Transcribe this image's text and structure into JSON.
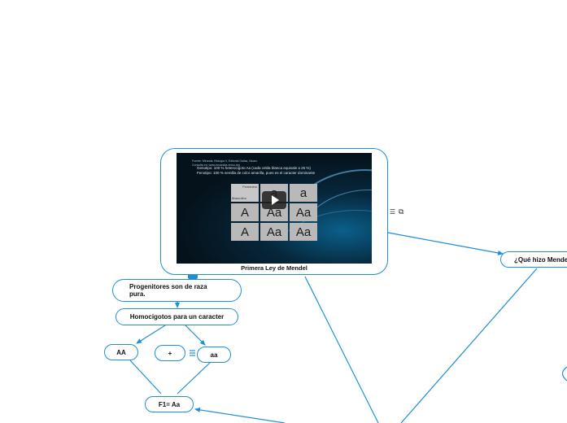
{
  "video": {
    "caption": "Primera Ley de Mendel",
    "credit": "Fuente: Miranda, Biologia II, Editorial Gallas, Nicaro\nConsulta en: www.ecoandia.verso.org",
    "genotype_line": "Genotipo: 100 % heterocigoto Aa (cada celda blanca equivale a 25 %)",
    "phenotype_line": "Fenotipo: 100 % semilla de color amarilla, pues es el caracter dominante",
    "punnett": {
      "female_label": "Femenino",
      "male_label": "Masculino",
      "header": [
        "a",
        "a"
      ],
      "rows": [
        {
          "head": "A",
          "cells": [
            "Aa",
            "Aa"
          ]
        },
        {
          "head": "A",
          "cells": [
            "Aa",
            "Aa"
          ]
        }
      ]
    }
  },
  "nodes": {
    "progenitores": "Progenitores son de raza pura.",
    "homocigotos": "Homocigotos para un caracter",
    "aa_dominant": "AA",
    "plus": "+",
    "aa_recessive": "aa",
    "f1": "F1= Aa",
    "que_hizo": "¿Qué hizo Mendel"
  },
  "icons": {
    "notes": "notes-icon",
    "external_link": "external-link-icon"
  },
  "colors": {
    "accent": "#1e8fd6"
  }
}
